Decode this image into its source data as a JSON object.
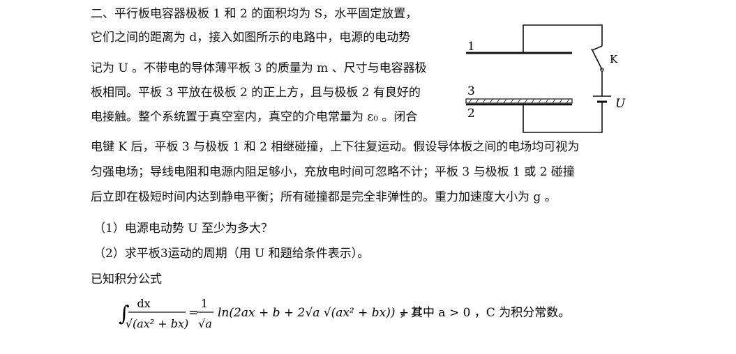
{
  "problem": {
    "lines": [
      "二、平行板电容器极板 1 和 2 的面积均为 S，水平固定放置，",
      "它们之间的距离为 d，接入如图所示的电路中，电源的电动势",
      "记为 U 。不带电的导体薄平板 3 的质量为 m 、尺寸与电容器极",
      "板相同。平板 3 平放在极板 2 的正上方，且与极板 2 有良好的",
      "电接触。整个系统置于真空室内，真空的介电常量为 ε₀ 。闭合",
      "电键 K 后，平板 3 与极板 1 和 2 相继碰撞，上下往复运动。假设导体板之间的电场均可视为",
      "匀强电场；导线电阻和电源内阻足够小，充放电时间可忽略不计；平板 3 与极板 1 或 2 碰撞",
      "后立即在极短时间内达到静电平衡；所有碰撞都是完全非弹性的。重力加速度大小为 g 。"
    ],
    "questions": [
      "（1）电源电动势 U 至少为多大？",
      "（2）求平板3运动的周期（用 U 和题给条件表示）。"
    ],
    "known_label": "已知积分公式",
    "formula": {
      "integrand_numerator": "dx",
      "integrand_denominator": "√(ax² + bx)",
      "coef_numerator": "1",
      "coef_denominator": "√a",
      "rhs": "ln(2ax + b + 2√a √(ax² + bx)) + C",
      "condition": "，其中 a > 0 ，C 为积分常数。"
    }
  },
  "diagram": {
    "plate1_label": "1",
    "plate3_label": "3",
    "plate2_label": "2",
    "switch_label": "K",
    "source_label": "U"
  }
}
